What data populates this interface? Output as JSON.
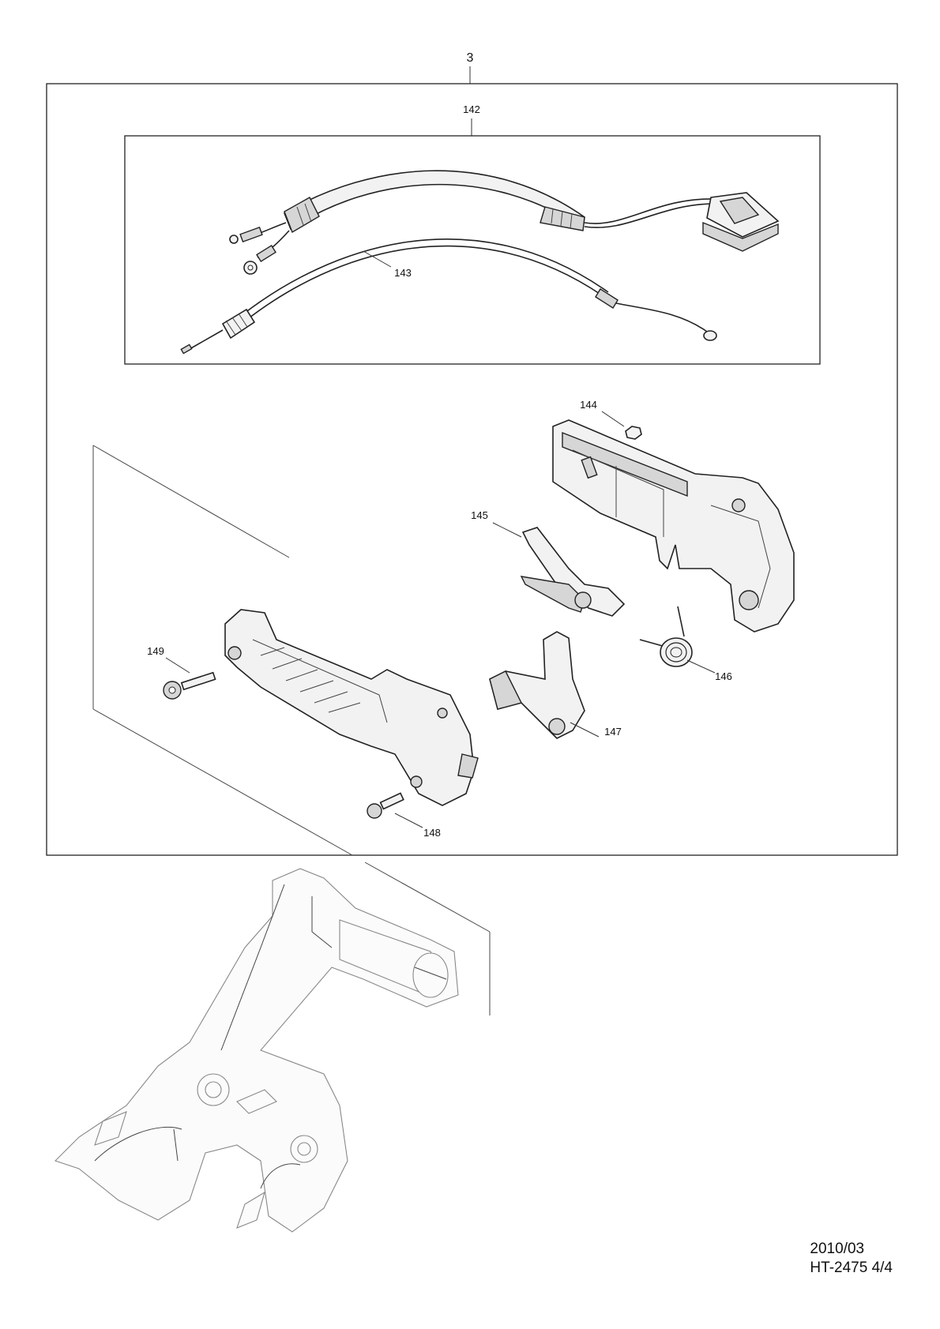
{
  "callouts": {
    "assembly": "3",
    "harness": "142",
    "throttle_cable": "143",
    "nut": "144",
    "lever": "145",
    "spring": "146",
    "trigger": "147",
    "screw_short": "148",
    "screw_long": "149"
  },
  "footer": {
    "date": "2010/03",
    "model_page": "HT-2475 4/4"
  }
}
